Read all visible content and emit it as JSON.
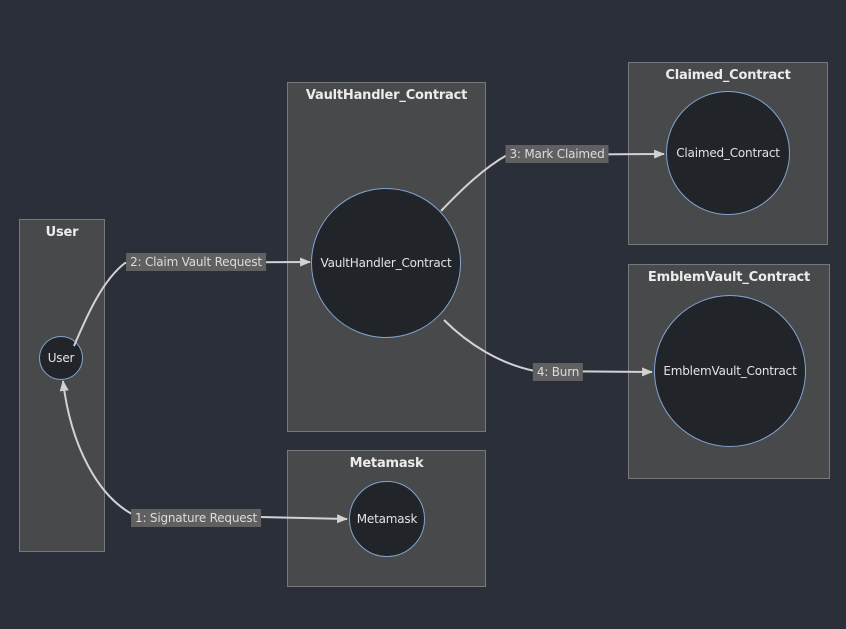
{
  "diagram": {
    "type": "contract-interaction-diagram",
    "colors": {
      "background": "#2b2f3a",
      "box_fill": "#48494b",
      "box_border": "#75797c",
      "circle_fill": "#212428",
      "circle_border": "#82a4cf",
      "edge_line": "#d2d2d2",
      "label_background": "#606060",
      "label_text": "#dcdcdc",
      "title_text": "#ececec"
    },
    "nodes": {
      "user": {
        "title": "User",
        "label": "User"
      },
      "vault_handler": {
        "title": "VaultHandler_Contract",
        "label": "VaultHandler_Contract"
      },
      "metamask": {
        "title": "Metamask",
        "label": "Metamask"
      },
      "claimed": {
        "title": "Claimed_Contract",
        "label": "Claimed_Contract"
      },
      "emblem_vault": {
        "title": "EmblemVault_Contract",
        "label": "EmblemVault_Contract"
      }
    },
    "edges": {
      "signature_request": {
        "label": "1: Signature Request",
        "from": "User",
        "to": "Metamask",
        "arrowheads": "both"
      },
      "claim_vault_request": {
        "label": "2: Claim Vault Request",
        "from": "User",
        "to": "VaultHandler_Contract",
        "arrowheads": "end"
      },
      "mark_claimed": {
        "label": "3: Mark Claimed",
        "from": "VaultHandler_Contract",
        "to": "Claimed_Contract",
        "arrowheads": "end"
      },
      "burn": {
        "label": "4: Burn",
        "from": "VaultHandler_Contract",
        "to": "EmblemVault_Contract",
        "arrowheads": "end"
      }
    }
  }
}
